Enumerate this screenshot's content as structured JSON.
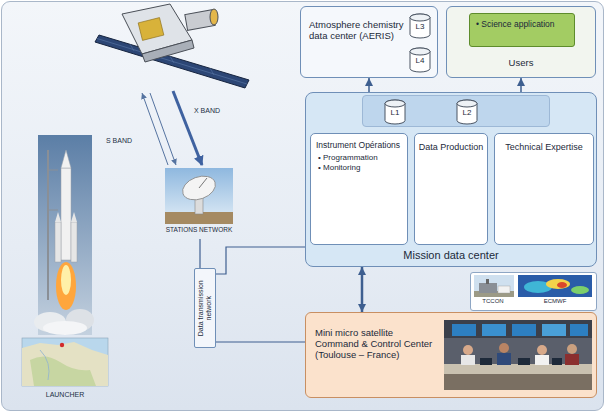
{
  "diagram": {
    "nodes": [
      {
        "text": [
          "Atmosphere chemistry data center (AERIS)"
        ]
      },
      {
        "text": [
          "L3"
        ],
        "in": 0
      },
      {
        "text": [
          "L4"
        ],
        "in": 0
      },
      {
        "text": [
          "Users"
        ]
      },
      {
        "text": [
          "• Science application"
        ],
        "in": 3
      },
      {
        "text": [
          "Mission data center"
        ]
      },
      {
        "text": [
          "L1"
        ],
        "in": 5
      },
      {
        "text": [
          "L2"
        ],
        "in": 5
      },
      {
        "text": [
          "Instrument Opérations",
          "• Programmation",
          "• Monitoring"
        ],
        "in": 5
      },
      {
        "text": [
          "Data Production"
        ],
        "in": 5
      },
      {
        "text": [
          "Technical Expertise"
        ],
        "in": 5
      },
      {
        "text": [
          "TCCON",
          "ECMWF"
        ]
      },
      {
        "text": [
          "Mini micro satellite Command & Control Center (Toulouse – France)"
        ]
      },
      {
        "text": [
          "Data transmission network"
        ]
      },
      {
        "text": [
          "STATIONS NETWORK"
        ]
      }
    ],
    "edges": [
      {
        "from": 5,
        "to": 0,
        "arrow": "to"
      },
      {
        "from": 5,
        "to": 3,
        "arrow": "to"
      },
      {
        "from": 5,
        "to": 12,
        "arrow": "both"
      },
      {
        "from": 14,
        "to": 13,
        "arrow": "none"
      },
      {
        "from": 13,
        "to": 5,
        "arrow": "none"
      },
      {
        "from": 13,
        "to": 12,
        "arrow": "none"
      }
    ],
    "labels": [
      "X BAND",
      "S BAND",
      "LAUNCHER"
    ]
  }
}
